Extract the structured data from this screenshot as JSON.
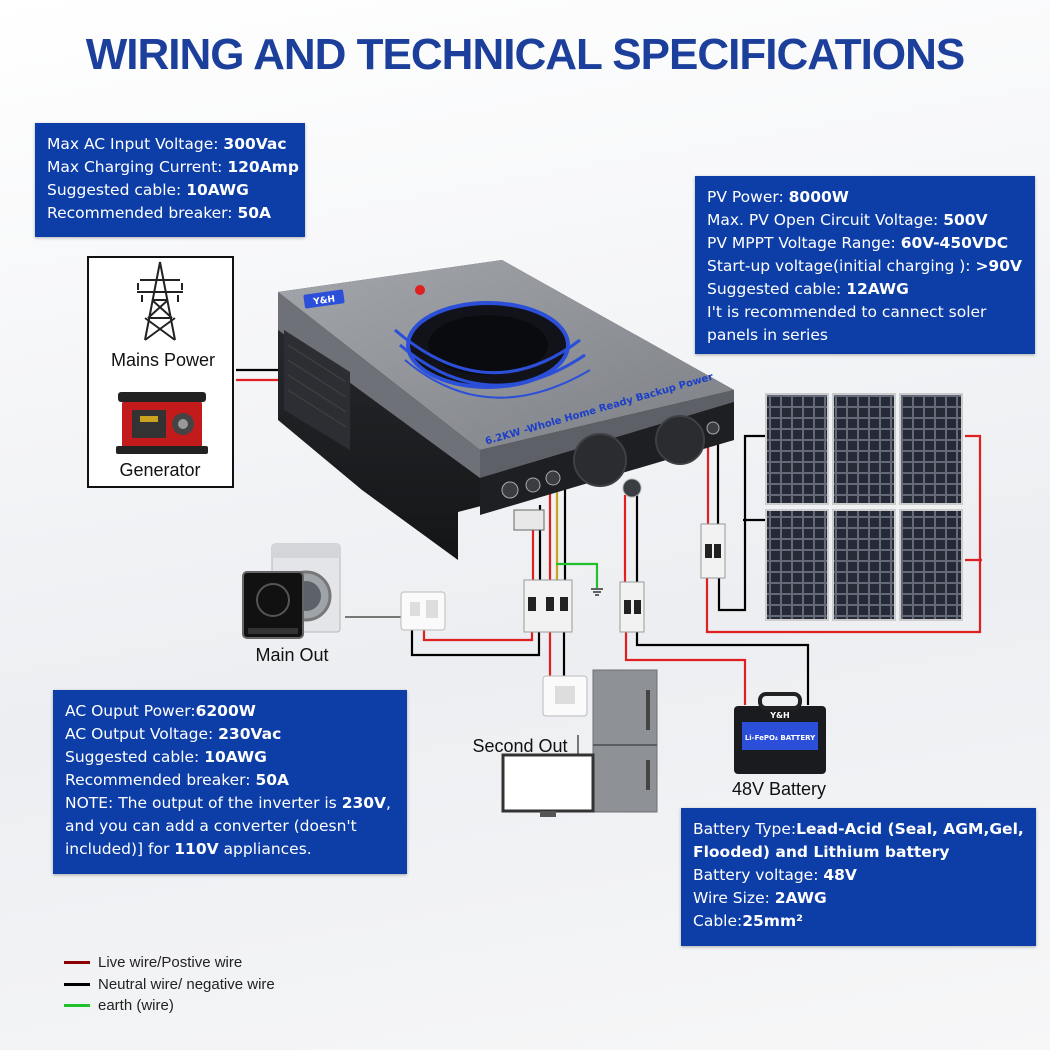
{
  "title": "WIRING AND TECHNICAL SPECIFICATIONS",
  "ac_input": {
    "lines": [
      {
        "label": "Max AC Input Voltage: ",
        "value": "300Vac"
      },
      {
        "label": "Max Charging Current: ",
        "value": "120Amp"
      },
      {
        "label": "Suggested cable: ",
        "value": "10AWG"
      },
      {
        "label": "Recommended breaker: ",
        "value": "50A"
      }
    ]
  },
  "pv": {
    "lines": [
      {
        "label": "PV Power: ",
        "value": "8000W"
      },
      {
        "label": "Max. PV Open Circuit Voltage: ",
        "value": "500V"
      },
      {
        "label": "PV MPPT Voltage Range: ",
        "value": "60V-450VDC"
      },
      {
        "label": "Start-up voltage(initial charging ): ",
        "value": ">90V"
      },
      {
        "label": "Suggested cable: ",
        "value": "12AWG"
      }
    ],
    "note": "I't is recommended to cannect soler panels in series"
  },
  "ac_output": {
    "lines": [
      {
        "label": "AC Ouput Power:",
        "value": "6200W"
      },
      {
        "label": "AC Output Voltage: ",
        "value": "230Vac"
      },
      {
        "label": "Suggested cable: ",
        "value": "10AWG"
      },
      {
        "label": "Recommended breaker: ",
        "value": "50A"
      }
    ],
    "note_prefix": "NOTE: The output of the inverter is ",
    "note_v1": "230V",
    "note_mid": ", and you can add a converter (doesn't included)] for ",
    "note_v2": "110V",
    "note_suffix": " appliances."
  },
  "battery": {
    "type_label": "Battery Type:",
    "type_value": "Lead-Acid (Seal, AGM,Gel, Flooded) and Lithium battery",
    "lines": [
      {
        "label": "Battery voltage: ",
        "value": "48V"
      },
      {
        "label": "Wire Size: ",
        "value": "2AWG"
      },
      {
        "label": "Cable:",
        "value": "25mm²"
      }
    ]
  },
  "labels": {
    "mains": "Mains Power",
    "generator": "Generator",
    "main_out": "Main Out",
    "second_out": "Second Out",
    "battery": "48V Battery"
  },
  "inverter": {
    "brand": "Y&H",
    "model_text": "6.2KW -Whole Home Ready Backup Power",
    "color": "#8a8d93",
    "accent": "#2b4fd8"
  },
  "battery_label": {
    "line1": "Li-FePO₄ BATTERY",
    "brand": "Y&H"
  },
  "legend": [
    {
      "label": "Live wire/Postive wire",
      "color": "#8b0000"
    },
    {
      "label": "Neutral wire/ negative wire",
      "color": "#000000"
    },
    {
      "label": "earth (wire)",
      "color": "#22c02a"
    }
  ],
  "colors": {
    "box": "#0d3ea8",
    "title": "#1b3f9a",
    "live": "#e02020",
    "neutral": "#000000",
    "earth": "#22c02a"
  }
}
